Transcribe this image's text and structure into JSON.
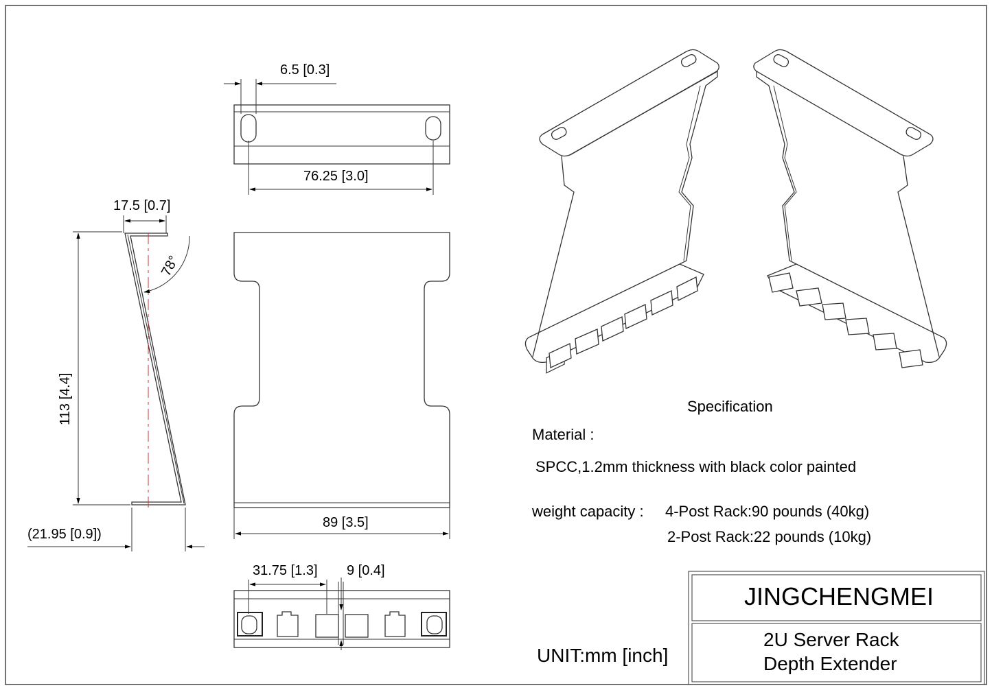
{
  "dimensions": {
    "top_hole_offset": "6.5 [0.3]",
    "top_hole_spacing": "76.25 [3.0]",
    "side_flange": "17.5 [0.7]",
    "side_angle": "78°",
    "side_height": "113 [4.4]",
    "side_offset": "(21.95 [0.9])",
    "front_width": "89 [3.5]",
    "bottom_slot_spacing": "31.75 [1.3]",
    "bottom_slot_width": "9 [0.4]"
  },
  "specification": {
    "title": "Specification",
    "material_label": "Material :",
    "material_value": "SPCC,1.2mm thickness with black color painted",
    "weight_label": "weight capacity :",
    "weight_4post": "4-Post Rack:90 pounds (40kg)",
    "weight_2post": "2-Post Rack:22 pounds (10kg)"
  },
  "title_block": {
    "brand": "JINGCHENGMEI",
    "product_line1": "2U Server Rack",
    "product_line2": "Depth Extender",
    "unit": "UNIT:mm [inch]"
  }
}
